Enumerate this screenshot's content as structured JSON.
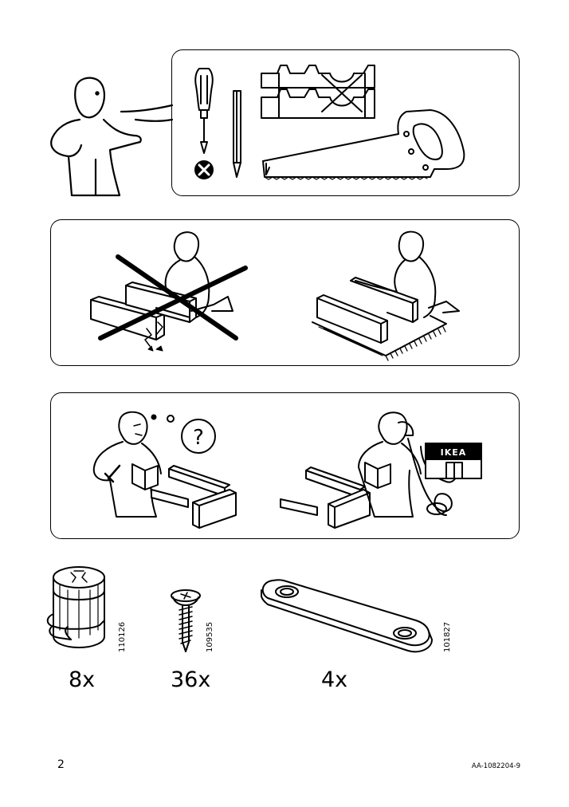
{
  "page": {
    "number": "2",
    "doc_id": "AA-1082204-9"
  },
  "panel_tools": {
    "figure": "man-pointing",
    "items": [
      "screwdriver",
      "no-sign",
      "pencil",
      "mitre-box",
      "handsaw"
    ]
  },
  "panel_surface": {
    "wrong": {
      "icon": "cross-mark",
      "figure": "man-on-hard-floor"
    },
    "right": {
      "figure": "man-on-rug"
    }
  },
  "panel_help": {
    "thought": "?",
    "store_sign": "IKEA"
  },
  "parts": [
    {
      "name": "cam-lock",
      "code": "110126",
      "qty": "8x"
    },
    {
      "name": "screw",
      "code": "109535",
      "qty": "36x"
    },
    {
      "name": "connector-plate",
      "code": "101827",
      "qty": "4x"
    }
  ]
}
